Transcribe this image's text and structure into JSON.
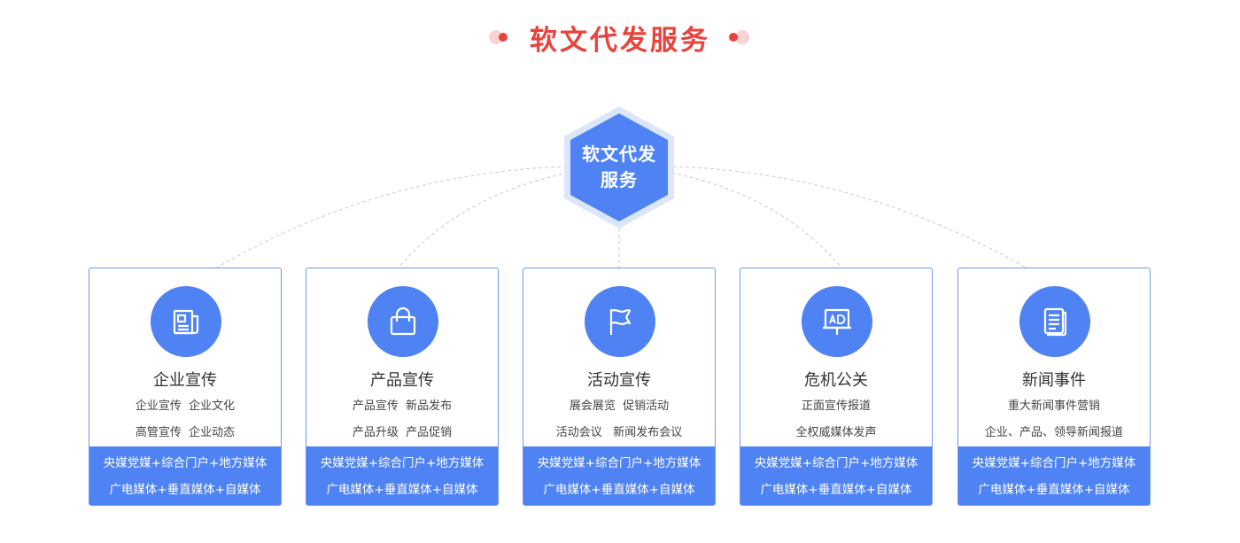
{
  "title": "软文代发服务",
  "center": {
    "line1": "软文代发",
    "line2": "服务"
  },
  "colors": {
    "accent_red": "#e8433c",
    "accent_blue": "#4f83f3",
    "border_blue": "#6f97ec"
  },
  "cards": [
    {
      "icon": "newspaper-icon",
      "title": "企业宣传",
      "desc1": "企业宣传  企业文化",
      "desc2": "高管宣传  企业动态",
      "footer1": "央媒党媒+综合门户+地方媒体",
      "footer2": "广电媒体+垂直媒体+自媒体"
    },
    {
      "icon": "shopping-bag-icon",
      "title": "产品宣传",
      "desc1": "产品宣传  新品发布",
      "desc2": "产品升级  产品促销",
      "footer1": "央媒党媒+综合门户+地方媒体",
      "footer2": "广电媒体+垂直媒体+自媒体"
    },
    {
      "icon": "flag-icon",
      "title": "活动宣传",
      "desc1": "展会展览  促销活动",
      "desc2": "活动会议   新闻发布会议",
      "footer1": "央媒党媒+综合门户+地方媒体",
      "footer2": "广电媒体+垂直媒体+自媒体"
    },
    {
      "icon": "ad-board-icon",
      "title": "危机公关",
      "desc1": "正面宣传报道",
      "desc2": "全权威媒体发声",
      "footer1": "央媒党媒+综合门户+地方媒体",
      "footer2": "广电媒体+垂直媒体+自媒体"
    },
    {
      "icon": "document-icon",
      "title": "新闻事件",
      "desc1": "重大新闻事件营销",
      "desc2": "企业、产品、领导新闻报道",
      "footer1": "央媒党媒+综合门户+地方媒体",
      "footer2": "广电媒体+垂直媒体+自媒体"
    }
  ]
}
